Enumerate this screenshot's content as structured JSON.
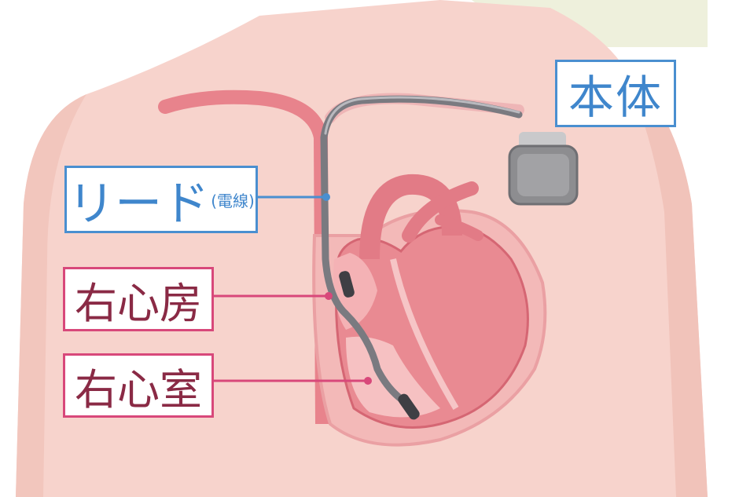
{
  "labels": {
    "device": "本体",
    "lead_main": "リード",
    "lead_sub": "(電線)",
    "right_atrium": "右心房",
    "right_ventricle": "右心室"
  },
  "colors": {
    "skin": "#f6d1cb",
    "skin_shade": "#efc0b8",
    "vessel": "#e8838c",
    "heart": "#e98a92",
    "heart_dark": "#d56673",
    "lead_wire": "#6f6f74",
    "device_body": "#8d8d90",
    "label_blue": "#4a8fd0",
    "label_red": "#d8487a"
  }
}
